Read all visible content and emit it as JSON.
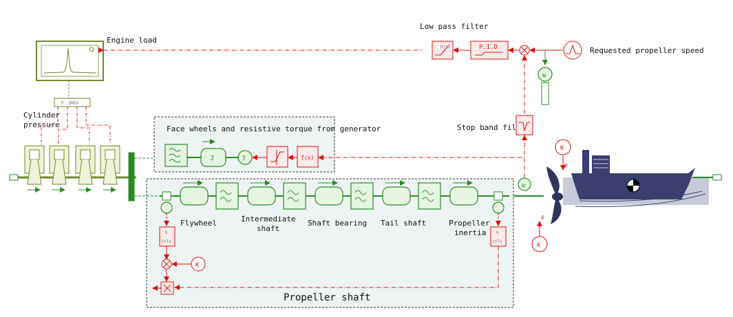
{
  "labels": {
    "engine_load": "Engine load",
    "low_pass_filter": "Low pass filter",
    "requested_speed": "Requested propeller speed",
    "cylinder_pressure_1": "Cylinder",
    "cylinder_pressure_2": "pressure",
    "face_wheels": "Face wheels and resistive torque from generator",
    "stop_band_filter": "Stop band filter",
    "flywheel": "Flywheel",
    "intermediate_1": "Intermediate",
    "intermediate_2": "shaft",
    "shaft_bearing": "Shaft bearing",
    "tail_shaft": "Tail shaft",
    "propeller_inertia_1": "Propeller",
    "propeller_inertia_2": "inertia",
    "propeller_shaft": "Propeller shaft"
  },
  "blocks": {
    "pid": "P.I.D",
    "lpf": "H(s)",
    "demux": "P. DMUX",
    "inertia": "J",
    "torque": "T",
    "fx": "f(x)",
    "speed": "ω",
    "gain_k": "K",
    "tf_top": "k",
    "tf_bot": "1+Ts",
    "rho": "ρ",
    "p": "P"
  },
  "colors": {
    "signal": "#dd1111",
    "mechanical": "#2a8a23",
    "engine": "#6f8a2c",
    "panel_bg": "#eef4f4",
    "ship_hull": "#3a3f70"
  }
}
